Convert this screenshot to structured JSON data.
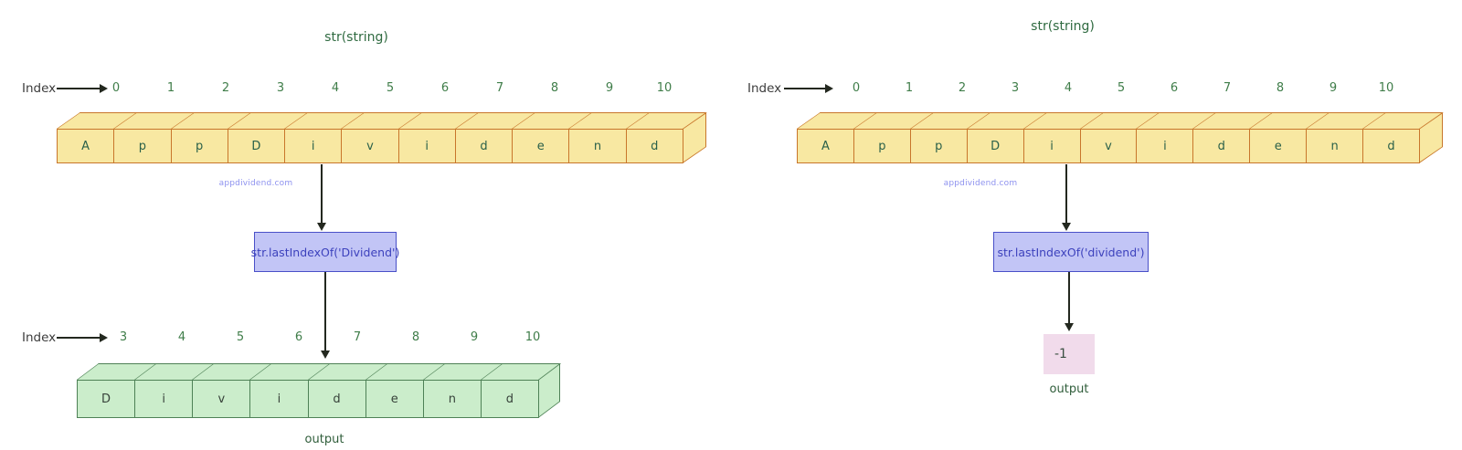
{
  "colors": {
    "background": "#ffffff",
    "string_box_fill": "#f8e8a2",
    "string_box_border": "#c8762b",
    "string_letter": "#2a6049",
    "output_box_fill": "#cbedcb",
    "output_box_border": "#4e8156",
    "index_number": "#3f7d49",
    "title_text": "#2f6a40",
    "function_box_fill": "#c2c5f6",
    "function_box_border": "#4950c8",
    "function_box_text": "#3d42bd",
    "pink_box_fill": "#f1dbeb",
    "arrow": "#23281f",
    "watermark": "#8e92ef"
  },
  "left_panel": {
    "title": "str(string)",
    "index_label": "Index",
    "indices": [
      "0",
      "1",
      "2",
      "3",
      "4",
      "5",
      "6",
      "7",
      "8",
      "9",
      "10"
    ],
    "string_cells": [
      "A",
      "p",
      "p",
      "D",
      "i",
      "v",
      "i",
      "d",
      "e",
      "n",
      "d"
    ],
    "watermark": "appdividend.com",
    "function_box": "str.lastIndexOf('Dividend')",
    "output_index_label": "Index",
    "output_indices": [
      "3",
      "4",
      "5",
      "6",
      "7",
      "8",
      "9",
      "10"
    ],
    "output_cells": [
      "D",
      "i",
      "v",
      "i",
      "d",
      "e",
      "n",
      "d"
    ],
    "output_label": "output"
  },
  "right_panel": {
    "title": "str(string)",
    "index_label": "Index",
    "indices": [
      "0",
      "1",
      "2",
      "3",
      "4",
      "5",
      "6",
      "7",
      "8",
      "9",
      "10"
    ],
    "string_cells": [
      "A",
      "p",
      "p",
      "D",
      "i",
      "v",
      "i",
      "d",
      "e",
      "n",
      "d"
    ],
    "watermark": "appdividend.com",
    "function_box": "str.lastIndexOf('dividend')",
    "output_value": "-1",
    "output_label": "output"
  }
}
